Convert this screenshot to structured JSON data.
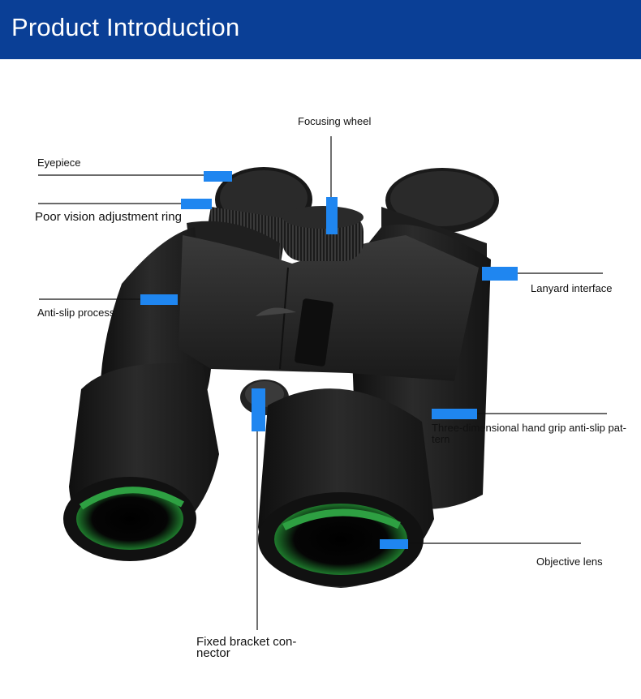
{
  "header": {
    "title": "Product Introduction"
  },
  "colors": {
    "header_bg": "#0a3f96",
    "marker": "#1f86f0",
    "leader_line": "#111111",
    "body": "#1f1f1f",
    "lens": "#2ea042"
  },
  "callouts": {
    "focusing_wheel": "Focusing wheel",
    "eyepiece": "Eyepiece",
    "adjustment_ring": "Poor vision adjustment ring",
    "anti_slip": "Anti-slip process",
    "lanyard": "Lanyard interface",
    "hand_grip_line1": "Three-dimensional hand grip anti-slip pat-",
    "hand_grip_line2": "tern",
    "objective_lens": "Objective lens",
    "bracket_line1": "Fixed bracket con-",
    "bracket_line2": "nector"
  }
}
